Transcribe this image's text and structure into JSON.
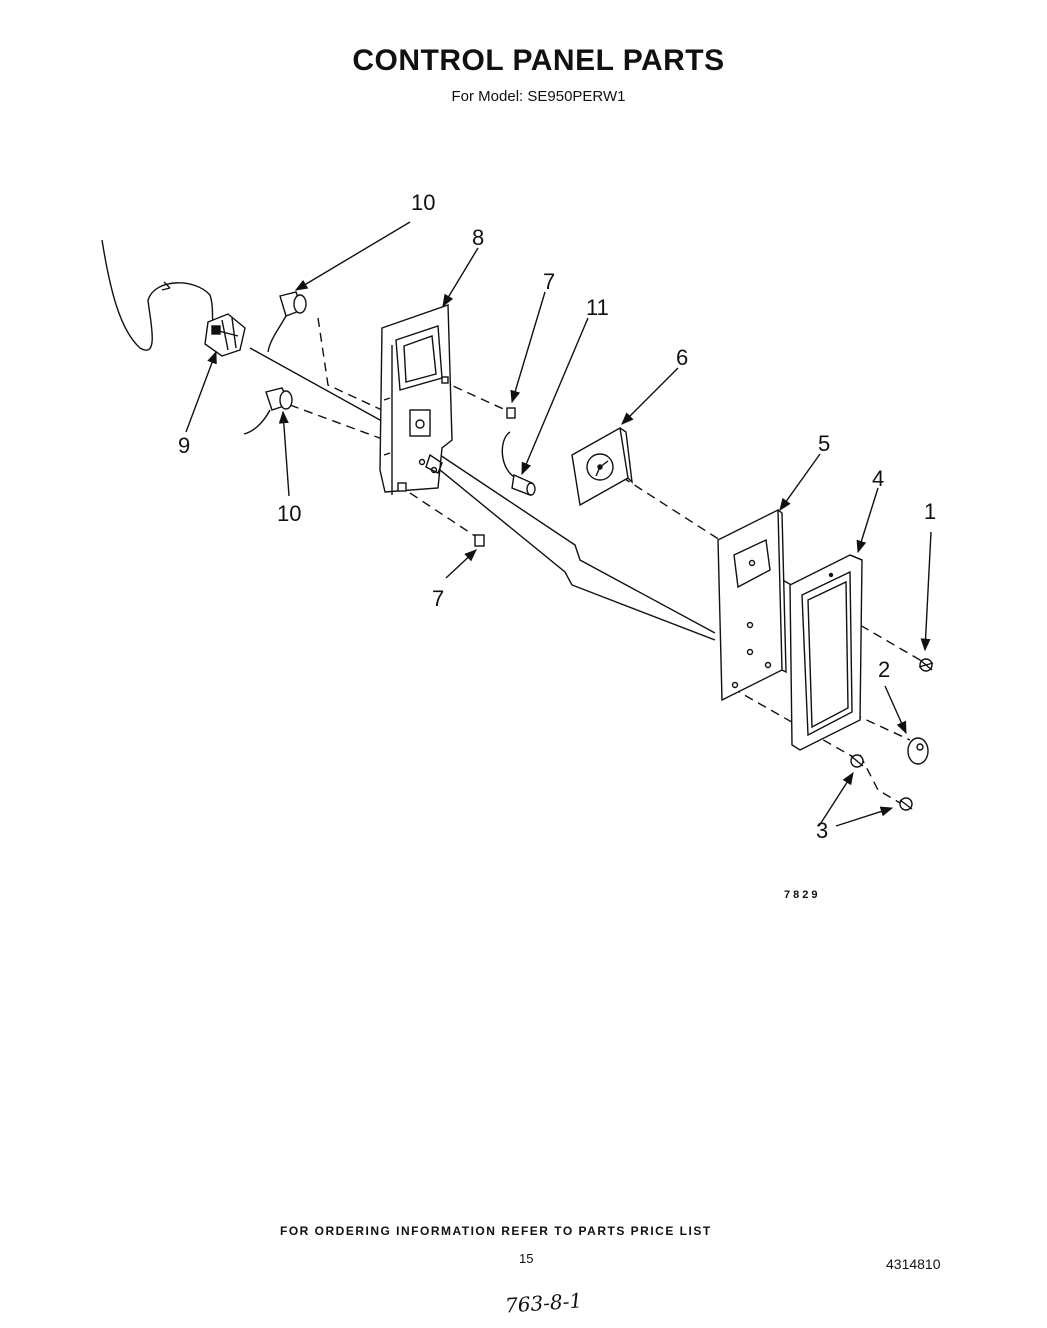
{
  "header": {
    "title": "CONTROL PANEL PARTS",
    "subtitle": "For Model: SE950PERW1"
  },
  "callouts": {
    "c1": "1",
    "c2": "2",
    "c3": "3",
    "c4": "4",
    "c5": "5",
    "c6": "6",
    "c7a": "7",
    "c7b": "7",
    "c8": "8",
    "c9": "9",
    "c10a": "10",
    "c10b": "10",
    "c11": "11"
  },
  "figure_code": "7829",
  "footer": {
    "ordering_note": "FOR ORDERING INFORMATION REFER TO PARTS PRICE LIST",
    "page_number": "15",
    "document_number": "4314810",
    "handwritten_note": "763-8-1"
  }
}
